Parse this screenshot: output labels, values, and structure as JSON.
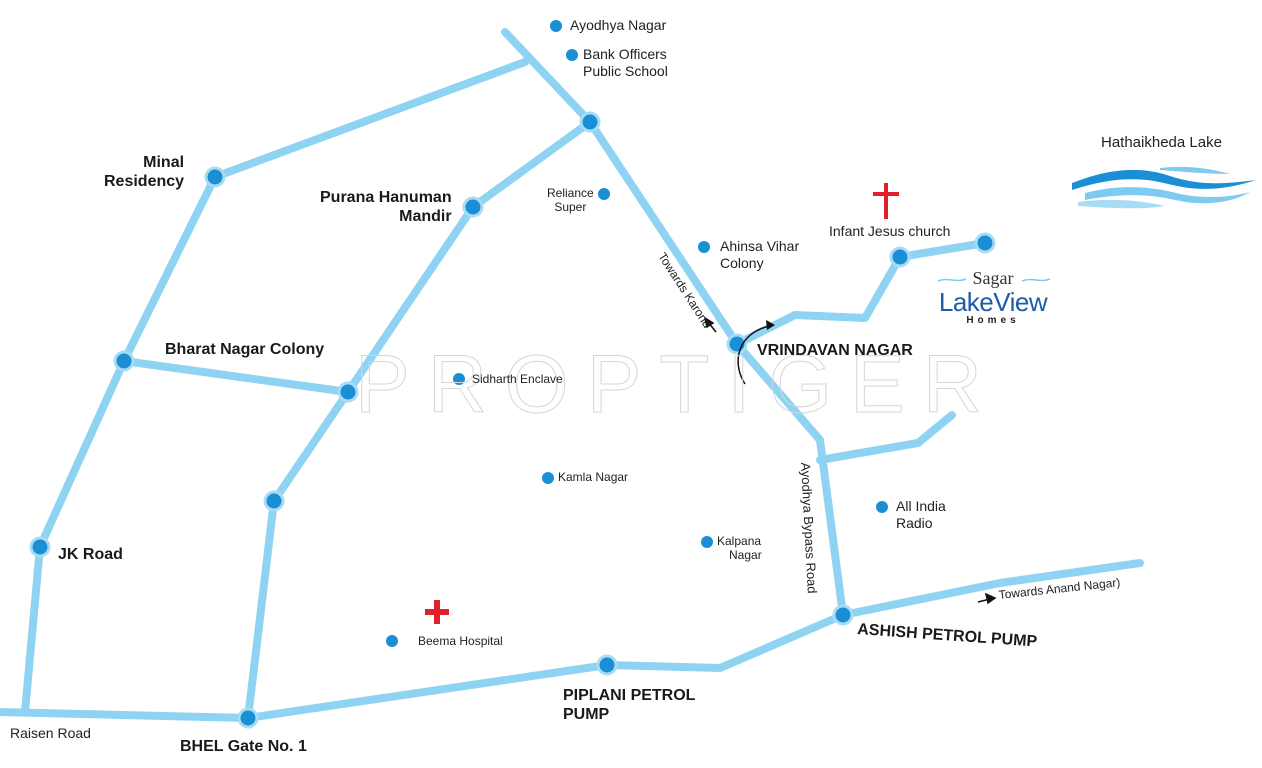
{
  "map": {
    "watermark": "PROPTIGER",
    "colors": {
      "road": "#8fd3f2",
      "junction": "#1a8fd6",
      "junction_ring": "#a8dcf5",
      "poi_dot": "#1a8fd6",
      "cross": "#e0202a",
      "text": "#1a1a1a",
      "brand_blue": "#1f5ba8"
    },
    "junctions": [
      {
        "name": "Minal Residency",
        "label": "Minal\nResidency"
      },
      {
        "name": "Purana Hanuman Mandir",
        "label": "Purana Hanuman\nMandir"
      },
      {
        "name": "Bharat Nagar Colony",
        "label": "Bharat Nagar Colony"
      },
      {
        "name": "JK Road",
        "label": "JK Road"
      },
      {
        "name": "BHEL Gate No. 1",
        "label": "BHEL Gate No. 1"
      },
      {
        "name": "Piplani Petrol Pump",
        "label": "PIPLANI PETROL\nPUMP"
      },
      {
        "name": "Ashish Petrol Pump",
        "label": "ASHISH PETROL PUMP"
      },
      {
        "name": "Vrindavan Nagar",
        "label": "VRINDAVAN NAGAR"
      }
    ],
    "labels": {
      "minal_1": "Minal",
      "minal_2": "Residency",
      "hanuman_1": "Purana Hanuman",
      "hanuman_2": "Mandir",
      "bharat": "Bharat Nagar Colony",
      "jk_road": "JK Road",
      "raisen_road": "Raisen Road",
      "bhel_gate": "BHEL Gate No. 1",
      "piplani_1": "PIPLANI PETROL",
      "piplani_2": "PUMP",
      "ashish": "ASHISH PETROL PUMP",
      "vrindavan": "VRINDAVAN NAGAR",
      "towards_karond": "Towards Karond",
      "ayodhya_bypass": "Ayodhya Bypass Road",
      "towards_anand": "Towards Anand Nagar)"
    },
    "pois": {
      "ayodhya_nagar": "Ayodhya Nagar",
      "bank_officers_1": "Bank Officers",
      "bank_officers_2": "Public School",
      "reliance_1": "Reliance",
      "reliance_2": "Super",
      "ahinsa_1": "Ahinsa Vihar",
      "ahinsa_2": "Colony",
      "sidharth": "Sidharth Enclave",
      "kamla": "Kamla Nagar",
      "kalpana_1": "Kalpana",
      "kalpana_2": "Nagar",
      "all_india_1": "All India",
      "all_india_2": "Radio",
      "beema": "Beema Hospital",
      "infant_jesus": "Infant Jesus church",
      "lake": "Hathaikheda Lake"
    },
    "project": {
      "line1": "Sagar",
      "line2": "LakeView",
      "line3": "Homes"
    }
  }
}
